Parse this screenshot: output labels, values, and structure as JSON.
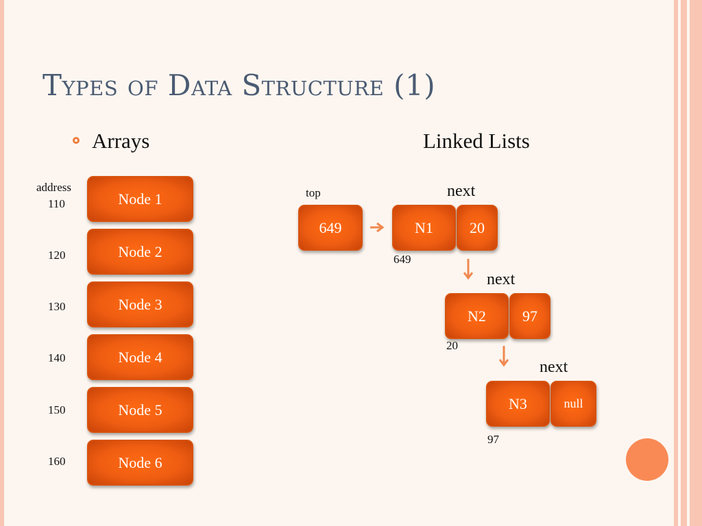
{
  "title": "Types of Data Structure (1)",
  "arrays": {
    "heading": "Arrays",
    "address_label": "address",
    "nodes": [
      {
        "label": "Node 1",
        "address": "110"
      },
      {
        "label": "Node 2",
        "address": "120"
      },
      {
        "label": "Node 3",
        "address": "130"
      },
      {
        "label": "Node 4",
        "address": "140"
      },
      {
        "label": "Node 5",
        "address": "150"
      },
      {
        "label": "Node 6",
        "address": "160"
      }
    ]
  },
  "linked_lists": {
    "heading": "Linked Lists",
    "top_label": "top",
    "top_value": "649",
    "next_label": "next",
    "nodes": [
      {
        "data": "N1",
        "next": "20",
        "address": "649"
      },
      {
        "data": "N2",
        "next": "97",
        "address": "20"
      },
      {
        "data": "N3",
        "next": "null",
        "address": "97"
      }
    ]
  },
  "colors": {
    "node_fill": "#ef5d12",
    "title": "#4a5b73",
    "arrow": "#f0894f",
    "accent": "#f98a55"
  }
}
